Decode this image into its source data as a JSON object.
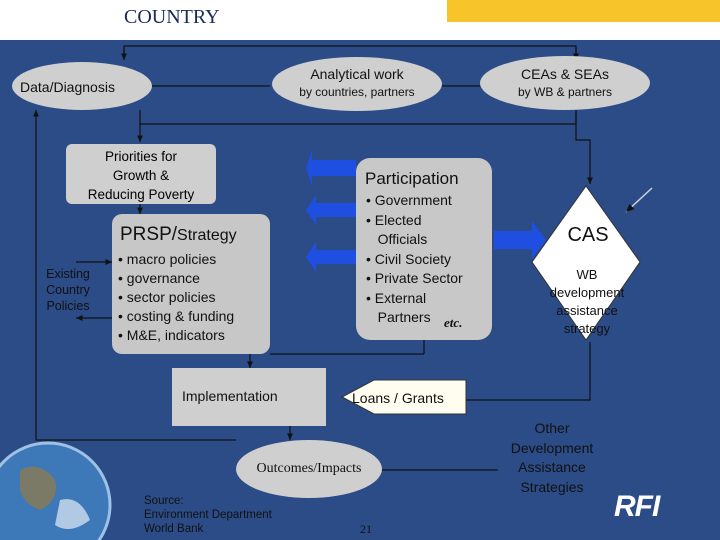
{
  "title": "COUNTRY",
  "nodes": {
    "data_diagnosis": "Data/Diagnosis",
    "analytical_work": {
      "line1": "Analytical work",
      "line2": "by countries, partners"
    },
    "ceas": {
      "line1": "CEAs & SEAs",
      "line2": "by WB & partners"
    },
    "priorities": [
      "Priorities for",
      "Growth &",
      "Reducing Poverty"
    ],
    "prsp": {
      "heading_main": "PRSP/",
      "heading_small": "Strategy",
      "items": [
        "• macro policies",
        "• governance",
        "• sector policies",
        "• costing & funding",
        "• M&E, indicators"
      ]
    },
    "existing_policies": [
      "Existing",
      "Country",
      "Policies"
    ],
    "participation": {
      "heading": "Participation",
      "items": [
        "• Government",
        "• Elected",
        "   Officials",
        "• Civil Society",
        "• Private Sector",
        "• External",
        "   Partners"
      ],
      "etc": "etc."
    },
    "cas": {
      "label": "CAS",
      "sub": [
        "WB",
        "development",
        "assistance",
        "strategy"
      ]
    },
    "implementation": "Implementation",
    "loans_grants": "Loans / Grants",
    "outcomes": "Outcomes/Impacts",
    "other_strategies": [
      "Other",
      "Development",
      "Assistance",
      "Strategies"
    ]
  },
  "footer": {
    "source": [
      "Source:",
      "Environment Department",
      "World Bank"
    ],
    "page_number": "21",
    "logo": "RFI"
  },
  "colors": {
    "background": "#2b4c86",
    "node_fill": "#cfcfcf",
    "participation_fill": "#c8c8c8",
    "diamond_fill": "#ffffff",
    "arrow_blue": "#1f4fe0",
    "title_tab": "#f7c42a"
  }
}
